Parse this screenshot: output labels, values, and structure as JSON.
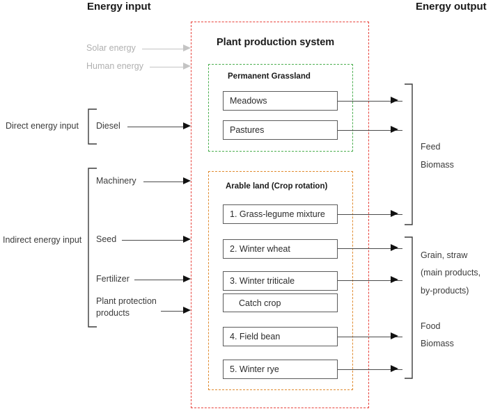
{
  "headers": {
    "left": "Energy input",
    "right": "Energy output"
  },
  "system": {
    "title": "Plant production system",
    "border_color": "#e8413a"
  },
  "faint_inputs": [
    {
      "label": "Solar energy"
    },
    {
      "label": "Human energy"
    }
  ],
  "input_groups": [
    {
      "name": "Direct energy input",
      "items": [
        {
          "label": "Diesel"
        }
      ]
    },
    {
      "name": "Indirect energy input",
      "items": [
        {
          "label": "Machinery"
        },
        {
          "label": "Seed"
        },
        {
          "label": "Fertilizer"
        },
        {
          "label": "Plant protection"
        },
        {
          "label": "products"
        }
      ]
    }
  ],
  "grassland": {
    "title": "Permanent Grassland",
    "border_color": "#4caf50",
    "boxes": [
      {
        "label": "Meadows"
      },
      {
        "label": "Pastures"
      }
    ]
  },
  "arable": {
    "title": "Arable land (Crop rotation)",
    "border_color": "#e08a2e",
    "boxes": [
      {
        "label": "1. Grass-legume mixture"
      },
      {
        "label": "2. Winter wheat"
      },
      {
        "label": "3. Winter triticale"
      },
      {
        "label": "Catch crop"
      },
      {
        "label": "4. Field bean"
      },
      {
        "label": "5. Winter rye"
      }
    ]
  },
  "outputs": [
    {
      "line1": "Feed",
      "line2": "Biomass"
    },
    {
      "line1": "Grain, straw",
      "line2": "(main products,",
      "line3": "by-products)"
    },
    {
      "line1": "Food",
      "line2": "Biomass"
    }
  ]
}
